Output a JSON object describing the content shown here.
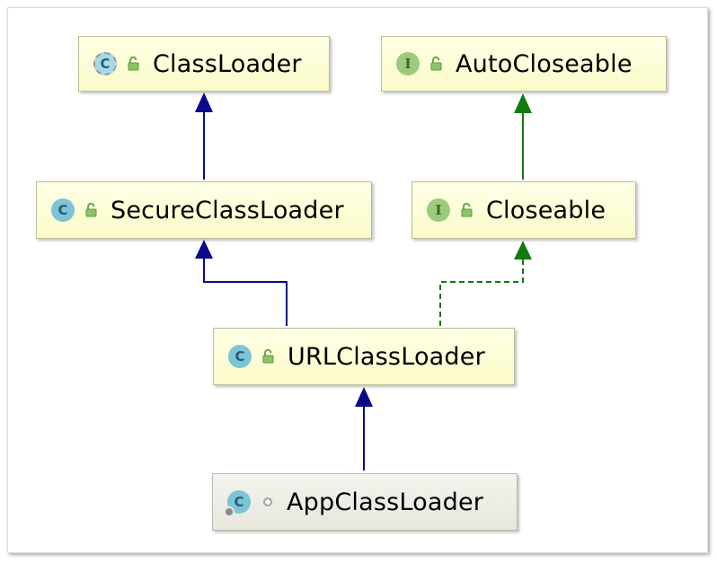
{
  "diagram": {
    "nodes": {
      "classloader": {
        "name": "ClassLoader",
        "kind_letter": "C",
        "kind": "abstract-class",
        "visibility": "public-icon"
      },
      "autocloseable": {
        "name": "AutoCloseable",
        "kind_letter": "I",
        "kind": "interface",
        "visibility": "public-icon"
      },
      "secureclassloader": {
        "name": "SecureClassLoader",
        "kind_letter": "C",
        "kind": "class",
        "visibility": "public-icon"
      },
      "closeable": {
        "name": "Closeable",
        "kind_letter": "I",
        "kind": "interface",
        "visibility": "public-icon"
      },
      "urlclassloader": {
        "name": "URLClassLoader",
        "kind_letter": "C",
        "kind": "class",
        "visibility": "public-icon"
      },
      "appclassloader": {
        "name": "AppClassLoader",
        "kind_letter": "C",
        "kind": "static-class",
        "visibility": "package-private-icon"
      }
    },
    "edges": [
      {
        "from": "SecureClassLoader",
        "to": "ClassLoader",
        "relation": "extends"
      },
      {
        "from": "Closeable",
        "to": "AutoCloseable",
        "relation": "extends"
      },
      {
        "from": "URLClassLoader",
        "to": "SecureClassLoader",
        "relation": "extends"
      },
      {
        "from": "URLClassLoader",
        "to": "Closeable",
        "relation": "implements"
      },
      {
        "from": "AppClassLoader",
        "to": "URLClassLoader",
        "relation": "extends"
      }
    ],
    "colors": {
      "extends": "#0a0a8a",
      "implements": "#0f7a0f",
      "node_fill": "#fbfbc9",
      "node_border": "#bdbd9e"
    }
  }
}
